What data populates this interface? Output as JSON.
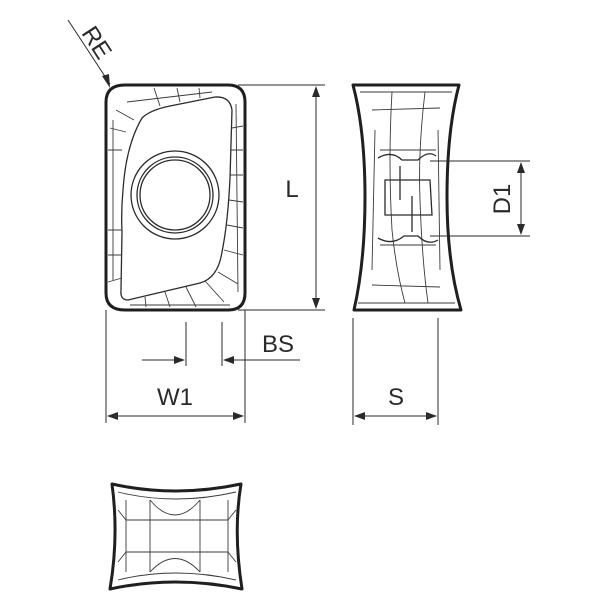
{
  "diagram": {
    "labels": {
      "re": "RE",
      "l": "L",
      "d1": "D1",
      "bs": "BS",
      "w1": "W1",
      "s": "S"
    }
  }
}
